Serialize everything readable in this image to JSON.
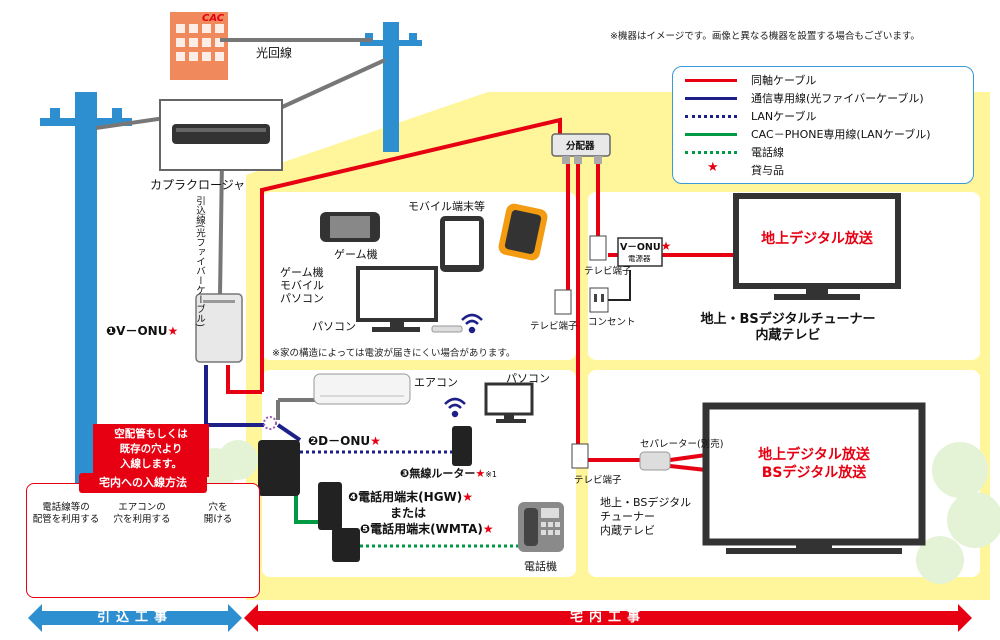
{
  "disclaimer": "※機器はイメージです。画像と異なる機器を設置する場合もございます。",
  "brand_logo": "CAC",
  "labels": {
    "hikari_line": "光回線",
    "coupler_closure": "カプラクロージャ",
    "drop_cable": "引込線(光ファイバーケーブル)",
    "v_onu_outdoor": "❶V－ONU",
    "game": "ゲーム機",
    "mobile": "モバイル端末等",
    "devices_list": "ゲーム機\nモバイル\nパソコン",
    "pc_top": "パソコン",
    "wifi_note": "※家の構造によっては電波が届きにくい場合があります。",
    "splitter": "分配器",
    "tv_outlet_1": "テレビ端子",
    "tv_outlet_2": "テレビ端子",
    "tv_outlet_3": "テレビ端子",
    "v_onu_indoor": "V－ONU",
    "power_supply": "電源器",
    "outlet": "コンセント",
    "tv1_caption": "地上・BSデジタルチューナー\n内蔵テレビ",
    "aircon": "エアコン",
    "pc_bottom": "パソコン",
    "d_onu": "❷D－ONU",
    "router": "❸無線ルーター",
    "router_note": "※1",
    "hgw": "❹電話用端末(HGW)",
    "or": "または",
    "wmta": "❺電話用端末(WMTA)",
    "phone": "電話機",
    "separator": "セパレーター(別売)",
    "tv2_caption": "地上・BSデジタル\nチューナー\n内蔵テレビ"
  },
  "tv1_screen": "地上デジタル放送",
  "tv2_screen": "地上デジタル放送\nBSデジタル放送",
  "callout": "空配管もしくは\n既存の穴より\n入線します。",
  "method": {
    "title": "宅内への入線方法",
    "options": [
      "電話線等の\n配管を利用する",
      "エアコンの\n穴を利用する",
      "穴を\n開ける"
    ]
  },
  "legend": [
    {
      "style": "solid",
      "color": "#e60012",
      "label": "同軸ケーブル"
    },
    {
      "style": "solid",
      "color": "#1d2088",
      "label": "通信専用線(光ファイバーケーブル)"
    },
    {
      "style": "dotted",
      "color": "#1d2088",
      "label": "LANケーブル"
    },
    {
      "style": "solid",
      "color": "#009944",
      "label": "CAC－PHONE専用線(LANケーブル)"
    },
    {
      "style": "dotted",
      "color": "#009944",
      "label": "電話線"
    },
    {
      "style": "star",
      "color": "#e60012",
      "label": "貸与品"
    }
  ],
  "star": "★",
  "bottom": {
    "left": "引込工事",
    "right": "宅内工事"
  },
  "colors": {
    "coax": "#e60012",
    "fiber": "#1d2088",
    "lan": "#1d2088",
    "phone_line": "#009944",
    "pole": "#2e8fd0",
    "house": "#fff59a",
    "accent": "#e60012"
  }
}
